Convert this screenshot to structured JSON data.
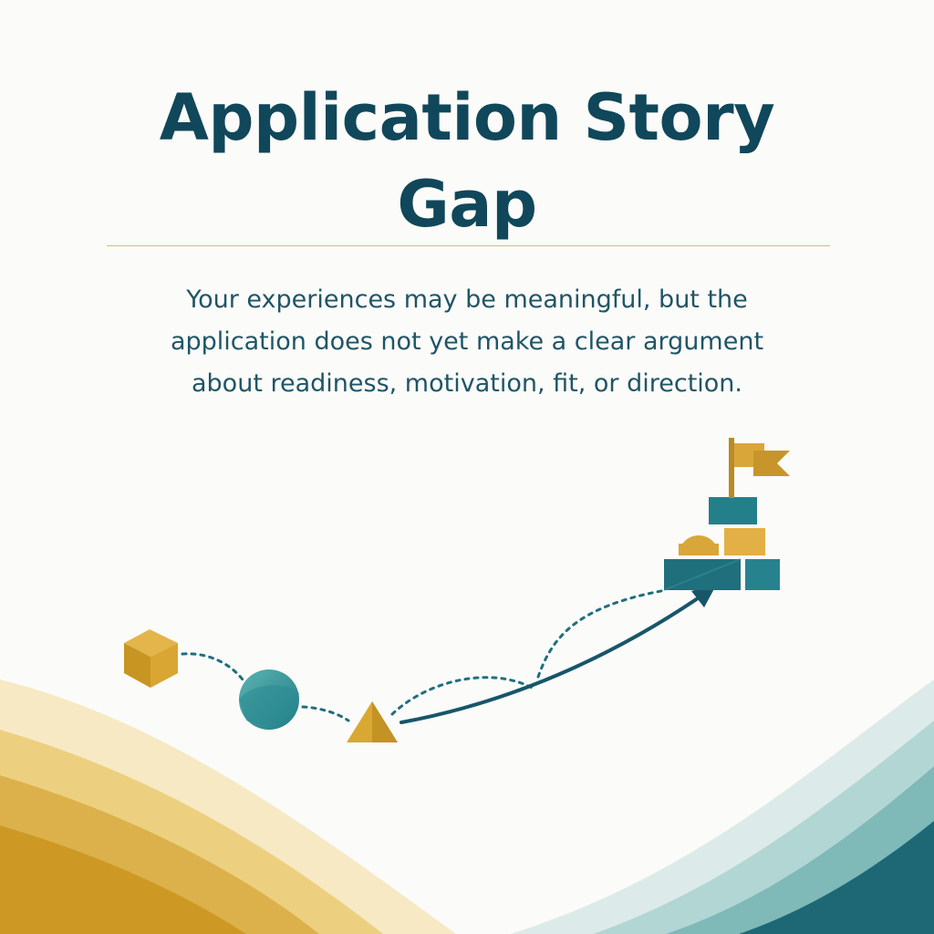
{
  "header": {
    "title_line_1": "Application Story",
    "title_line_2": "Gap"
  },
  "body": {
    "line_1": "Your experiences may be meaningful, but the",
    "line_2": "application does not yet make a clear argument",
    "line_3": "about readiness, motivation, fit, or direction."
  },
  "colors": {
    "navy": "#10475a",
    "teal": "#27868f",
    "gold": "#d4a331",
    "rule_gold": "#d9bc6e",
    "background": "#fbfbf9"
  },
  "illustration": {
    "icons": [
      "cube-icon",
      "sphere-icon",
      "triangle-icon",
      "stacked-blocks-icon",
      "goal-flag-icon",
      "arrow-icon"
    ]
  }
}
